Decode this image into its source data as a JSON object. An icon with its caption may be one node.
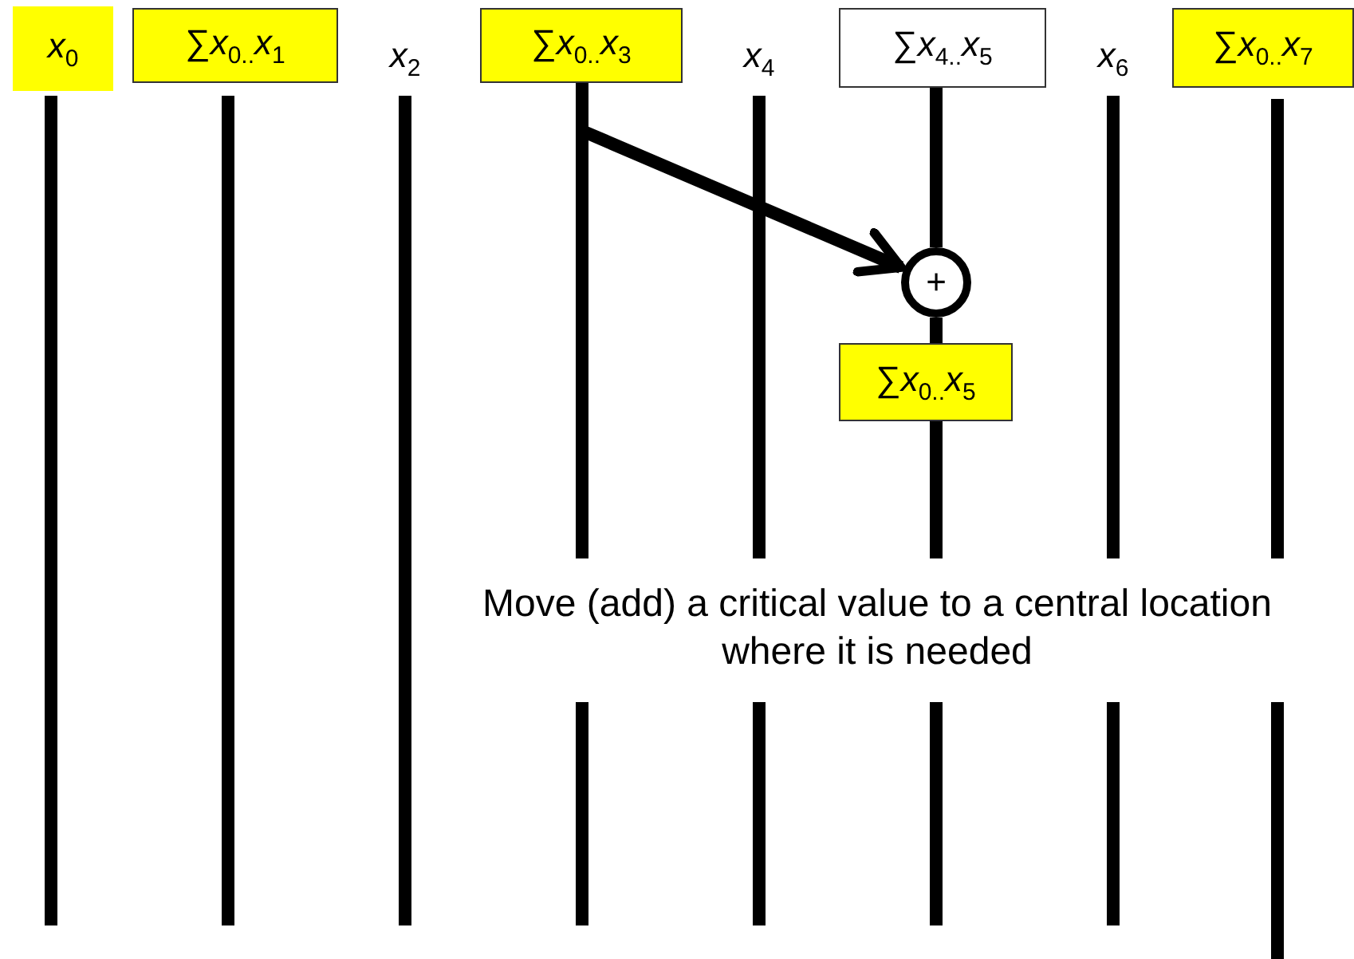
{
  "diagram": {
    "nodes": [
      {
        "text": [
          "*x*$_{0}$"
        ]
      },
      {
        "text": [
          "∑*x*$_{0..}$*x*$_{1}$"
        ]
      },
      {
        "text": [
          "*x*$_{2}$"
        ]
      },
      {
        "text": [
          "∑*x*$_{0..}$*x*$_{3}$"
        ]
      },
      {
        "text": [
          "*x*$_{4}$"
        ]
      },
      {
        "text": [
          "∑*x*$_{4..}$*x*$_{5}$"
        ]
      },
      {
        "text": [
          "*x*$_{6}$"
        ]
      },
      {
        "text": [
          "∑*x*$_{0..}$*x*$_{7}$"
        ]
      },
      {
        "text": [
          "+"
        ]
      },
      {
        "text": [
          "∑*x*$_{0..}$*x*$_{5}$"
        ]
      }
    ],
    "edges": [
      {
        "from": 3,
        "to": 8,
        "arrow": "to"
      },
      {
        "from": 5,
        "to": 8,
        "arrow": "none"
      },
      {
        "from": 8,
        "to": 9,
        "arrow": "none"
      }
    ],
    "labels": [
      "Move (add) a critical value to a central location where it is needed"
    ]
  }
}
